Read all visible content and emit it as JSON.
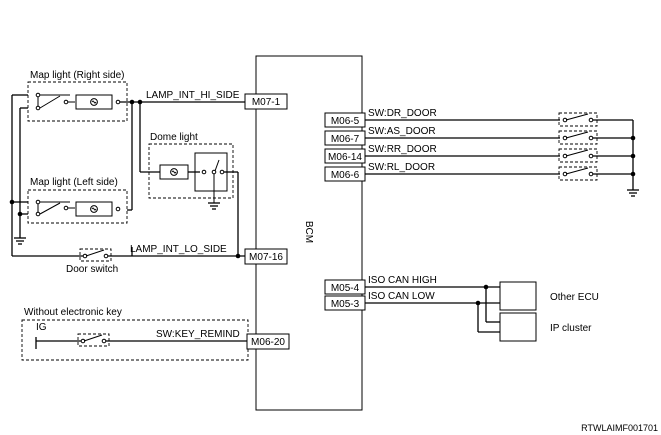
{
  "module": {
    "name": "BCM"
  },
  "groups": {
    "map_right": "Map light (Right side)",
    "map_left": "Map light (Left side)",
    "dome": "Dome light",
    "door_switch": "Door switch",
    "no_key": "Without electronic key",
    "ig": "IG"
  },
  "signals": {
    "hi": "LAMP_INT_HI_SIDE",
    "lo": "LAMP_INT_LO_SIDE",
    "key": "SW:KEY_REMIND",
    "dr": "SW:DR_DOOR",
    "as": "SW:AS_DOOR",
    "rr": "SW:RR_DOOR",
    "rl": "SW:RL_DOOR",
    "can_h": "ISO CAN HIGH",
    "can_l": "ISO CAN LOW"
  },
  "pins": {
    "m07_1": "M07-1",
    "m07_16": "M07-16",
    "m06_20": "M06-20",
    "m06_5": "M06-5",
    "m06_7": "M06-7",
    "m06_14": "M06-14",
    "m06_6": "M06-6",
    "m05_4": "M05-4",
    "m05_3": "M05-3"
  },
  "ecus": {
    "other": "Other ECU",
    "ip": "IP cluster"
  },
  "figure_id": "RTWLAIMF001701"
}
